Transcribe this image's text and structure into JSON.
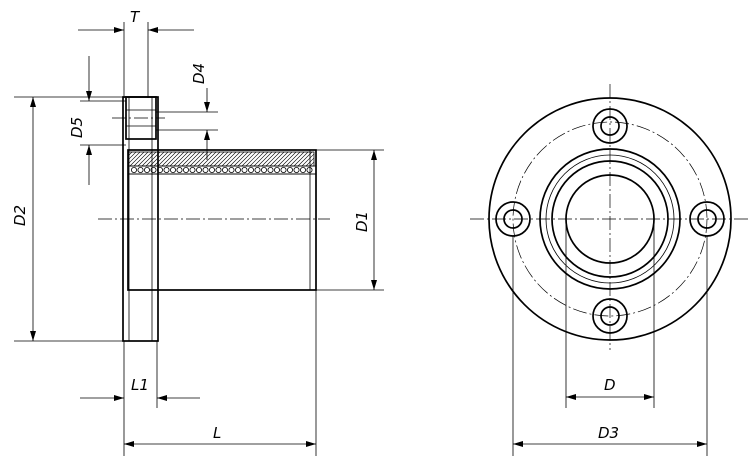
{
  "title": "",
  "dimensions": {
    "T": "T",
    "D4": "D4",
    "D5": "D5",
    "D2": "D2",
    "D1": "D1",
    "L1": "L1",
    "L": "L",
    "D": "D",
    "D3": "D3"
  },
  "colors": {
    "line": "#000000",
    "background": "#ffffff"
  }
}
